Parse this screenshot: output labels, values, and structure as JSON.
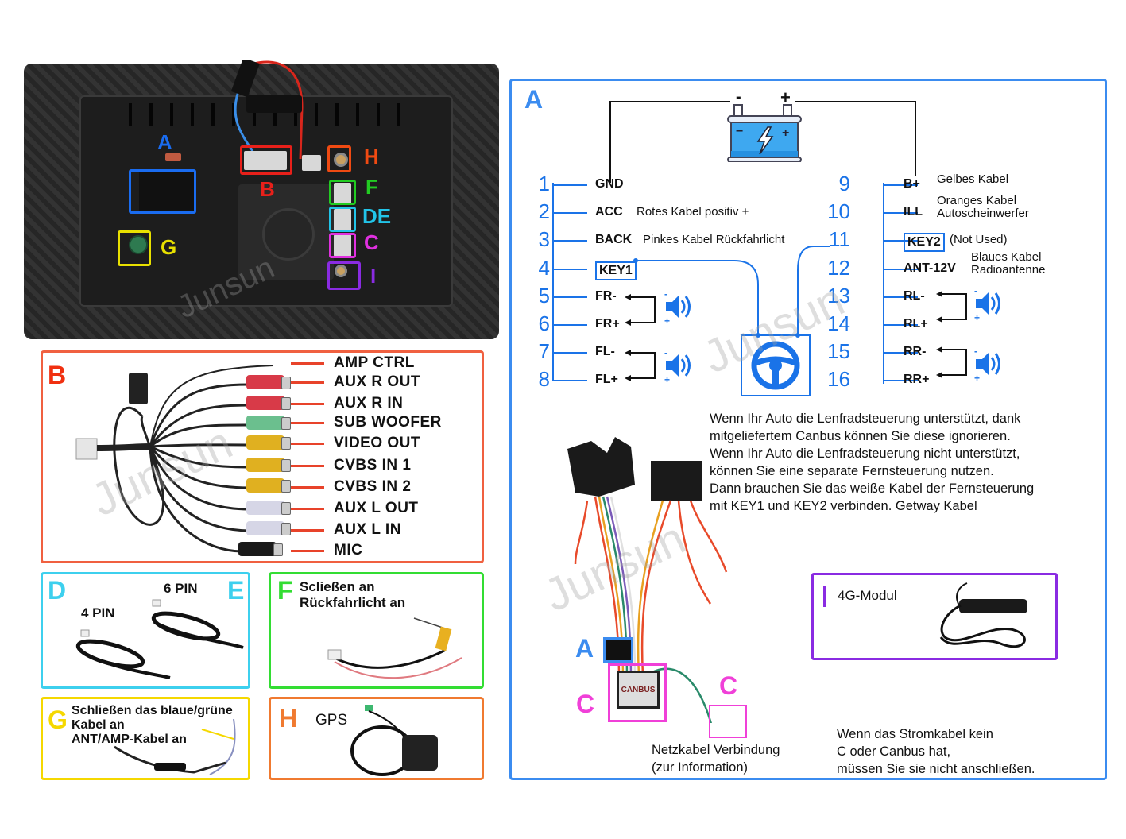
{
  "watermark": "Junsun",
  "device_photo": {
    "labels": [
      {
        "key": "A",
        "color": "#1a6cf0"
      },
      {
        "key": "B",
        "color": "#e8201a"
      },
      {
        "key": "H",
        "color": "#f04a12"
      },
      {
        "key": "F",
        "color": "#22cc22"
      },
      {
        "key": "DE",
        "color": "#22c4e8"
      },
      {
        "key": "C",
        "color": "#e030e0"
      },
      {
        "key": "I",
        "color": "#8a2be2"
      },
      {
        "key": "G",
        "color": "#e8e000"
      }
    ]
  },
  "panel_b": {
    "letter": "B",
    "color": "#f06040",
    "outputs": [
      {
        "label": "AMP CTRL",
        "plug_color": "none"
      },
      {
        "label": "AUX  R  OUT",
        "plug_color": "#d83a48"
      },
      {
        "label": "AUX  R  IN",
        "plug_color": "#d83a48"
      },
      {
        "label": "SUB  WOOFER",
        "plug_color": "#6bbf8e"
      },
      {
        "label": "VIDEO  OUT",
        "plug_color": "#e0b020"
      },
      {
        "label": "CVBS IN 1",
        "plug_color": "#e0b020"
      },
      {
        "label": "CVBS IN 2",
        "plug_color": "#e0b020"
      },
      {
        "label": "AUX  L  OUT",
        "plug_color": "#d6d6e6"
      },
      {
        "label": "AUX  L  IN",
        "plug_color": "#d6d6e6"
      },
      {
        "label": "MIC",
        "plug_color": "#1a1a1a"
      }
    ]
  },
  "panel_de": {
    "letter_left": "D",
    "letter_right": "E",
    "color": "#3dd0ee",
    "label_4pin": "4 PIN",
    "label_6pin": "6 PIN"
  },
  "panel_f": {
    "letter": "F",
    "color": "#33dd33",
    "text_line1": "Scließen an",
    "text_line2": "Rückfahrlicht an"
  },
  "panel_g": {
    "letter": "G",
    "color": "#f5d800",
    "text_line1": "Schließen das blaue/grüne",
    "text_line2": "Kabel an",
    "text_line3": "ANT/AMP-Kabel an"
  },
  "panel_h": {
    "letter": "H",
    "color": "#f07a30",
    "text": "GPS"
  },
  "panel_a": {
    "letter": "A",
    "color": "#3b8cf0",
    "battery": {
      "minus": "-",
      "plus": "+"
    },
    "left_pins": [
      {
        "num": "1",
        "label": "GND",
        "desc": ""
      },
      {
        "num": "2",
        "label": "ACC",
        "desc": "Rotes Kabel positiv +"
      },
      {
        "num": "3",
        "label": "BACK",
        "desc": "Pinkes Kabel Rückfahrlicht"
      },
      {
        "num": "4",
        "label": "KEY1",
        "desc": ""
      },
      {
        "num": "5",
        "label": "FR-",
        "desc": ""
      },
      {
        "num": "6",
        "label": "FR+",
        "desc": ""
      },
      {
        "num": "7",
        "label": "FL-",
        "desc": ""
      },
      {
        "num": "8",
        "label": "FL+",
        "desc": ""
      }
    ],
    "right_pins": [
      {
        "num": "9",
        "label": "B+",
        "desc": "Gelbes Kabel"
      },
      {
        "num": "10",
        "label": "ILL",
        "desc": "Oranges Kabel\nAutoscheinwerfer"
      },
      {
        "num": "11",
        "label": "KEY2",
        "desc": "(Not Used)"
      },
      {
        "num": "12",
        "label": "ANT-12V",
        "desc": "Blaues Kabel\nRadioantenne"
      },
      {
        "num": "13",
        "label": "RL-",
        "desc": ""
      },
      {
        "num": "14",
        "label": "RL+",
        "desc": ""
      },
      {
        "num": "15",
        "label": "RR-",
        "desc": ""
      },
      {
        "num": "16",
        "label": "RR+",
        "desc": ""
      }
    ],
    "speaker_marks": {
      "minus": "-",
      "plus": "+"
    },
    "steering_text": [
      "Wenn Ihr Auto die Lenfradsteuerung unterstützt, dank",
      "mitgeliefertem Canbus können Sie diese ignorieren.",
      "Wenn Ihr Auto die Lenfradsteuerung nicht unterstützt,",
      "können Sie eine separate Fernsteuerung nutzen.",
      "Dann brauchen Sie das weiße Kabel der Fernsteuerung",
      "mit KEY1 und KEY2 verbinden. Getway Kabel"
    ],
    "harness": {
      "label_a": "A",
      "label_c_left": "C",
      "label_c_right": "C",
      "canbus_label": "CANBUS",
      "caption_line1": "Netzkabel Verbindung",
      "caption_line2": "(zur Information)"
    },
    "module_4g": {
      "label": "4G-Modul",
      "color": "#8a2be2"
    },
    "note": [
      "Wenn das Stromkabel kein",
      "C oder Canbus hat,",
      "müssen Sie sie nicht anschließen."
    ]
  }
}
